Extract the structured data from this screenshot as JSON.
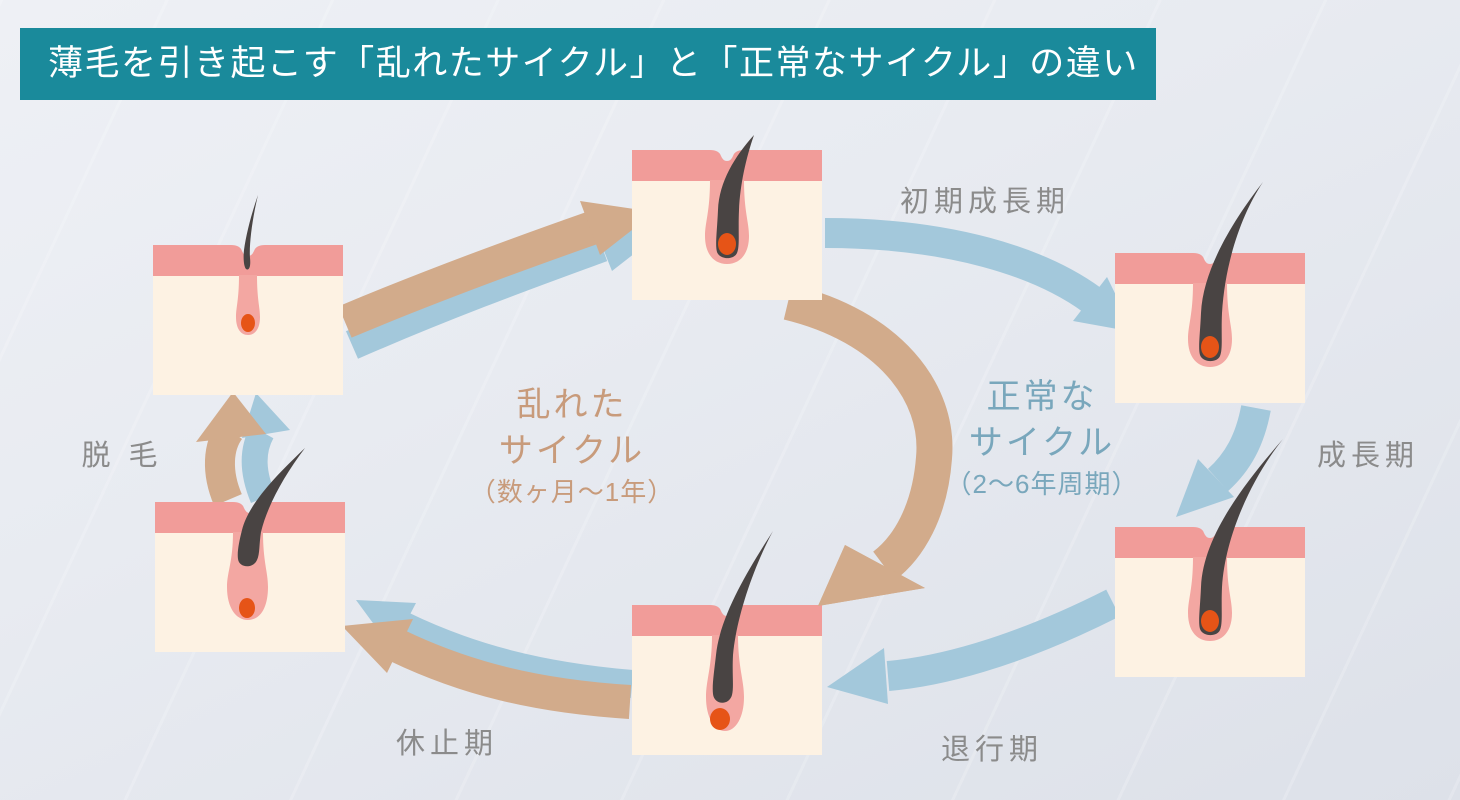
{
  "title_banner": {
    "text": "薄毛を引き起こす「乱れたサイクル」と「正常なサイクル」の違い",
    "background_color": "#1a8a9b",
    "text_color": "#ffffff"
  },
  "cycles": {
    "disrupted": {
      "line1": "乱れた",
      "line2": "サイクル",
      "duration": "（数ヶ月〜1年）",
      "arrow_color": "#d2ab8b",
      "text_color": "#c89b7b"
    },
    "normal": {
      "line1": "正常な",
      "line2": "サイクル",
      "duration": "（2〜6年周期）",
      "arrow_color": "#a3c8db",
      "text_color": "#79a7bc"
    }
  },
  "stage_labels": {
    "early_growth": "初期成長期",
    "growth": "成長期",
    "regression": "退行期",
    "resting": "休止期",
    "shedding": "脱 毛"
  },
  "illustration_colors": {
    "skin_surface": "#f19c99",
    "skin_body": "#fdf2e3",
    "follicle": "#f3a7a2",
    "hair": "#494443",
    "papilla": "#e65417",
    "stage_label_text": "#8b8b8b",
    "background": "#e8ebf1"
  }
}
